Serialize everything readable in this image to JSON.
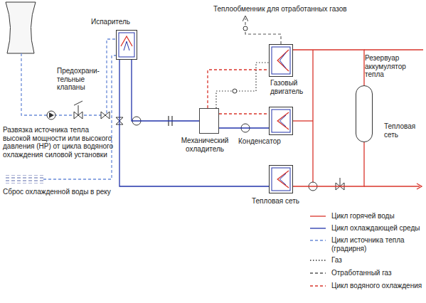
{
  "diagram": {
    "nodes": [
      {
        "text": [
          "Испаритель"
        ]
      },
      {
        "text": [
          "Газовый двигатель"
        ]
      },
      {
        "text": [
          "Механический охладитель"
        ]
      },
      {
        "text": [
          "Конденсатор"
        ]
      },
      {
        "text": [
          "Тепловая сеть"
        ]
      },
      {
        "text": [
          "Резервуар аккумулятор тепла"
        ]
      }
    ],
    "edges": [
      {
        "from": 0,
        "to": 2,
        "arrow": "none"
      },
      {
        "from": 0,
        "to": 4,
        "arrow": "none"
      },
      {
        "from": 2,
        "to": 1,
        "arrow": "none"
      },
      {
        "from": 2,
        "to": 3,
        "arrow": "none"
      },
      {
        "from": 2,
        "to": 3,
        "arrow": "none"
      },
      {
        "from": 1,
        "to": 5,
        "arrow": "none"
      },
      {
        "from": 4,
        "to": 5,
        "arrow": "none"
      }
    ],
    "labels": [
      "Предохрани- тельные клапаны",
      "Развязка источника тепла высокой мощности или высокого давления (НР) от цикла водяного охлаждения силовой установки",
      "Сброс охлажденной воды в реку",
      "Теплообменник для отработанных газов",
      "Тепловая сеть"
    ],
    "legend": [
      {
        "text": "Цикл горячей воды"
      },
      {
        "text": "Цикл охлаждающей среды"
      },
      {
        "text": "Цикл источника тепла (градирня)"
      },
      {
        "text": "Газ"
      },
      {
        "text": "Отработанный газ"
      },
      {
        "text": "Цикл водяного охлаждения"
      }
    ]
  }
}
